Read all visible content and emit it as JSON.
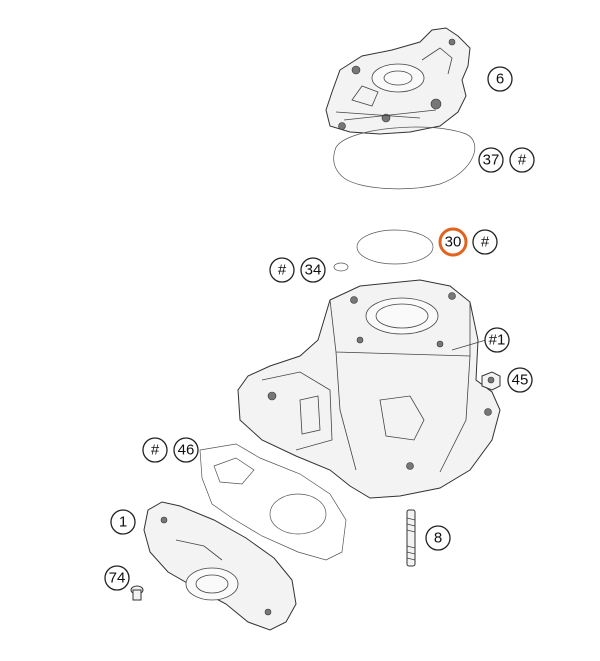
{
  "diagram": {
    "highlight_color": "#e0641e",
    "callouts": [
      {
        "id": "c6",
        "label": "6",
        "highlighted": false
      },
      {
        "id": "c37",
        "label": "37",
        "highlighted": false
      },
      {
        "id": "c37h",
        "label": "#",
        "highlighted": false
      },
      {
        "id": "c30",
        "label": "30",
        "highlighted": true
      },
      {
        "id": "c30h",
        "label": "#",
        "highlighted": false
      },
      {
        "id": "c34h",
        "label": "#",
        "highlighted": false
      },
      {
        "id": "c34",
        "label": "34",
        "highlighted": false
      },
      {
        "id": "c1h",
        "label": "#1",
        "highlighted": false
      },
      {
        "id": "c45",
        "label": "45",
        "highlighted": false
      },
      {
        "id": "c46h",
        "label": "#",
        "highlighted": false
      },
      {
        "id": "c46",
        "label": "46",
        "highlighted": false
      },
      {
        "id": "c1",
        "label": "1",
        "highlighted": false
      },
      {
        "id": "c8",
        "label": "8",
        "highlighted": false
      },
      {
        "id": "c74",
        "label": "74",
        "highlighted": false
      }
    ],
    "parts": [
      {
        "id": "part-6",
        "name": "cylinder-head"
      },
      {
        "id": "part-37",
        "name": "head-gasket"
      },
      {
        "id": "part-30",
        "name": "o-ring"
      },
      {
        "id": "part-34",
        "name": "small-o-ring"
      },
      {
        "id": "part-1",
        "name": "cylinder"
      },
      {
        "id": "part-45",
        "name": "nut"
      },
      {
        "id": "part-46",
        "name": "base-gasket"
      },
      {
        "id": "part-1-flange",
        "name": "intake-flange"
      },
      {
        "id": "part-8",
        "name": "stud"
      },
      {
        "id": "part-74",
        "name": "screw"
      }
    ]
  }
}
